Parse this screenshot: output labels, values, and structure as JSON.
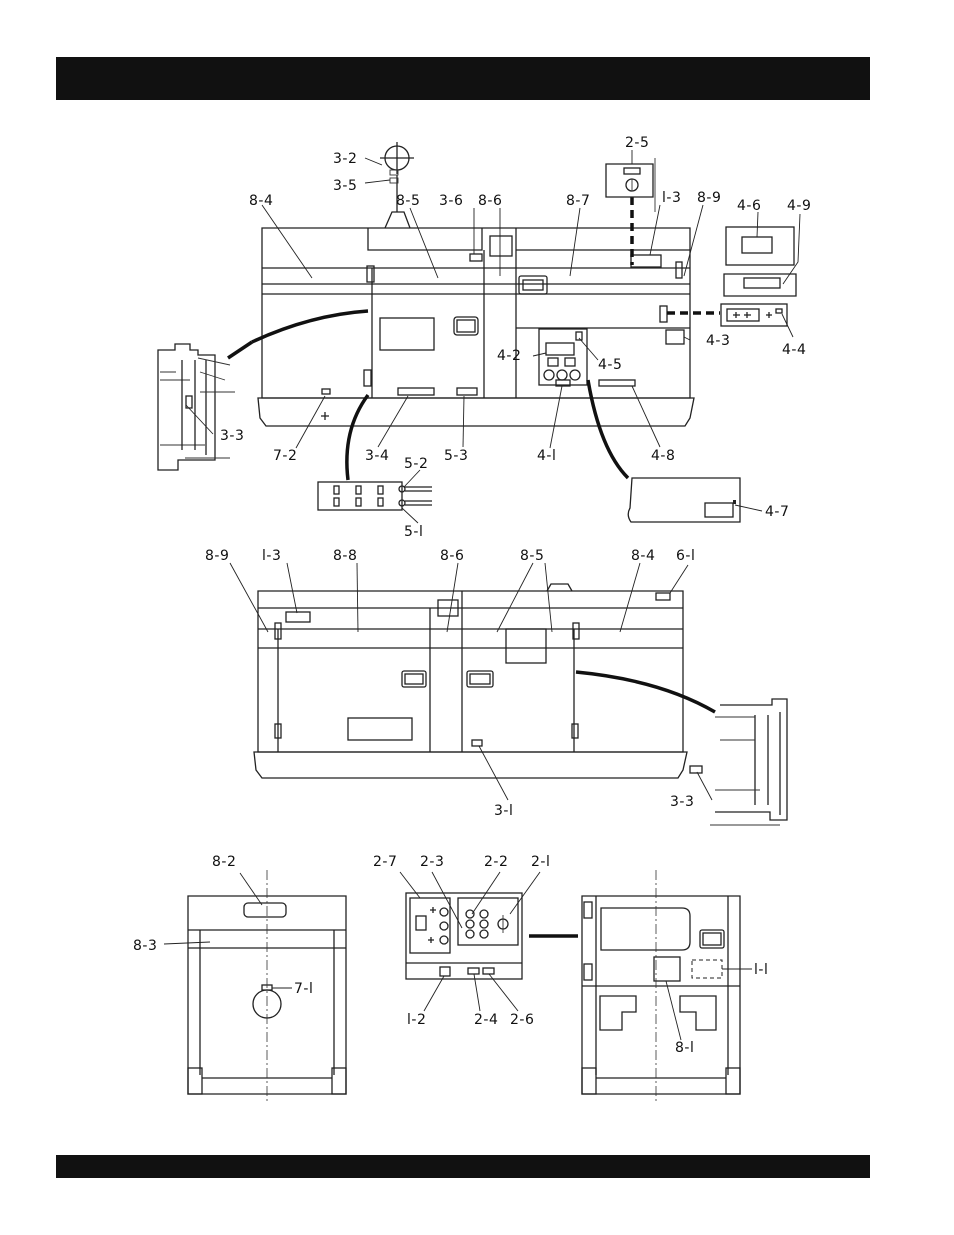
{
  "header_bar": {
    "text": ""
  },
  "footer_bar": {
    "text": ""
  },
  "callouts": {
    "c3_2": "3-2",
    "c3_5": "3-5",
    "c8_4a": "8-4",
    "c8_5a": "8-5",
    "c3_6": "3-6",
    "c8_6a": "8-6",
    "c8_7": "8-7",
    "c2_5": "2-5",
    "c1_3a": "l-3",
    "c8_9a": "8-9",
    "c4_6": "4-6",
    "c4_9": "4-9",
    "c4_3": "4-3",
    "c4_4": "4-4",
    "c4_2": "4-2",
    "c4_5": "4-5",
    "c3_3a": "3-3",
    "c7_2": "7-2",
    "c3_4": "3-4",
    "c5_3": "5-3",
    "c4_1": "4-l",
    "c4_8": "4-8",
    "c5_2": "5-2",
    "c5_1": "5-l",
    "c4_7": "4-7",
    "c8_9b": "8-9",
    "c1_3b": "l-3",
    "c8_8": "8-8",
    "c8_6b": "8-6",
    "c8_5b": "8-5",
    "c8_4b": "8-4",
    "c6_1": "6-l",
    "c3_1": "3-l",
    "c3_3b": "3-3",
    "c8_2": "8-2",
    "c8_3": "8-3",
    "c7_1": "7-l",
    "c2_7": "2-7",
    "c2_3": "2-3",
    "c2_2": "2-2",
    "c2_1": "2-l",
    "c1_2": "l-2",
    "c2_4": "2-4",
    "c2_6": "2-6",
    "c1_1": "l-l",
    "c8_1": "8-l"
  },
  "colors": {
    "ink": "#111111",
    "paper": "#ffffff"
  }
}
